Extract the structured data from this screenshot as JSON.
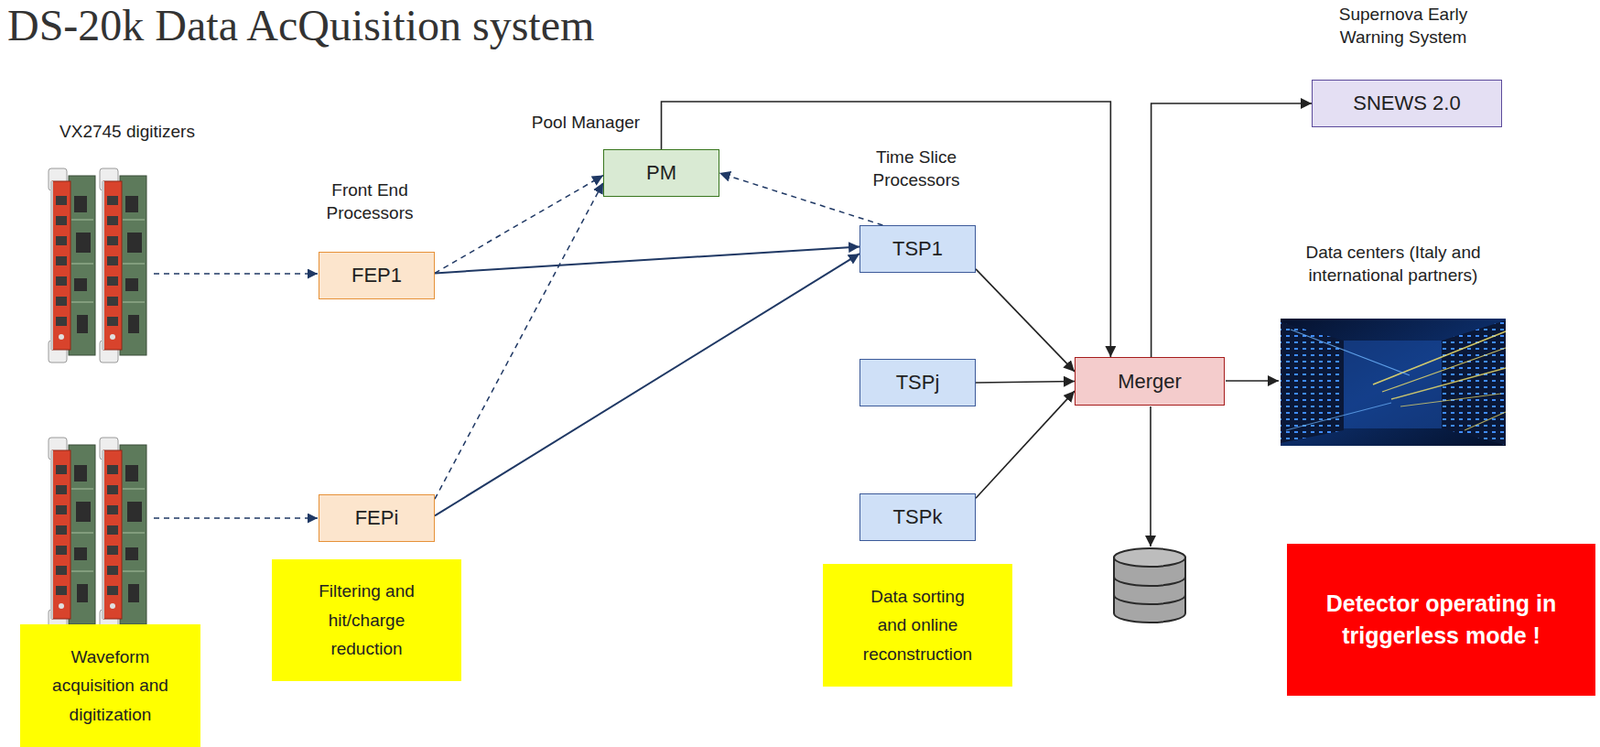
{
  "diagram": {
    "title": "DS-20k Data AcQuisition system",
    "nodes": [
      {
        "text": [
          "FEP1"
        ]
      },
      {
        "text": [
          "FEPi"
        ]
      },
      {
        "text": [
          "PM"
        ]
      },
      {
        "text": [
          "TSP1"
        ]
      },
      {
        "text": [
          "TSPj"
        ]
      },
      {
        "text": [
          "TSPk"
        ]
      },
      {
        "text": [
          "Merger"
        ]
      },
      {
        "text": [
          "SNEWS 2.0"
        ]
      },
      {
        "text": [
          "Waveform acquisition and digitization"
        ]
      },
      {
        "text": [
          "Filtering and hit/charge reduction"
        ]
      },
      {
        "text": [
          "Data sorting and online reconstruction"
        ]
      },
      {
        "text": [
          "Detector operating in triggerless mode !"
        ]
      }
    ],
    "edges": [
      {
        "from": 0,
        "to": 2,
        "arrow": "to"
      },
      {
        "from": 1,
        "to": 2,
        "arrow": "to"
      },
      {
        "from": 3,
        "to": 2,
        "arrow": "to"
      },
      {
        "from": 0,
        "to": 3,
        "arrow": "to"
      },
      {
        "from": 1,
        "to": 3,
        "arrow": "to"
      },
      {
        "from": 2,
        "to": 6,
        "arrow": "to"
      },
      {
        "from": 3,
        "to": 6,
        "arrow": "to"
      },
      {
        "from": 4,
        "to": 6,
        "arrow": "to"
      },
      {
        "from": 5,
        "to": 6,
        "arrow": "to"
      },
      {
        "from": 6,
        "to": 7,
        "arrow": "to"
      }
    ],
    "labels": [
      "VX2745 digitizers",
      "Front End Processors",
      "Pool Manager",
      "Time Slice Processors",
      "Supernova Early Warning System",
      "Data centers (Italy and international partners)"
    ]
  }
}
